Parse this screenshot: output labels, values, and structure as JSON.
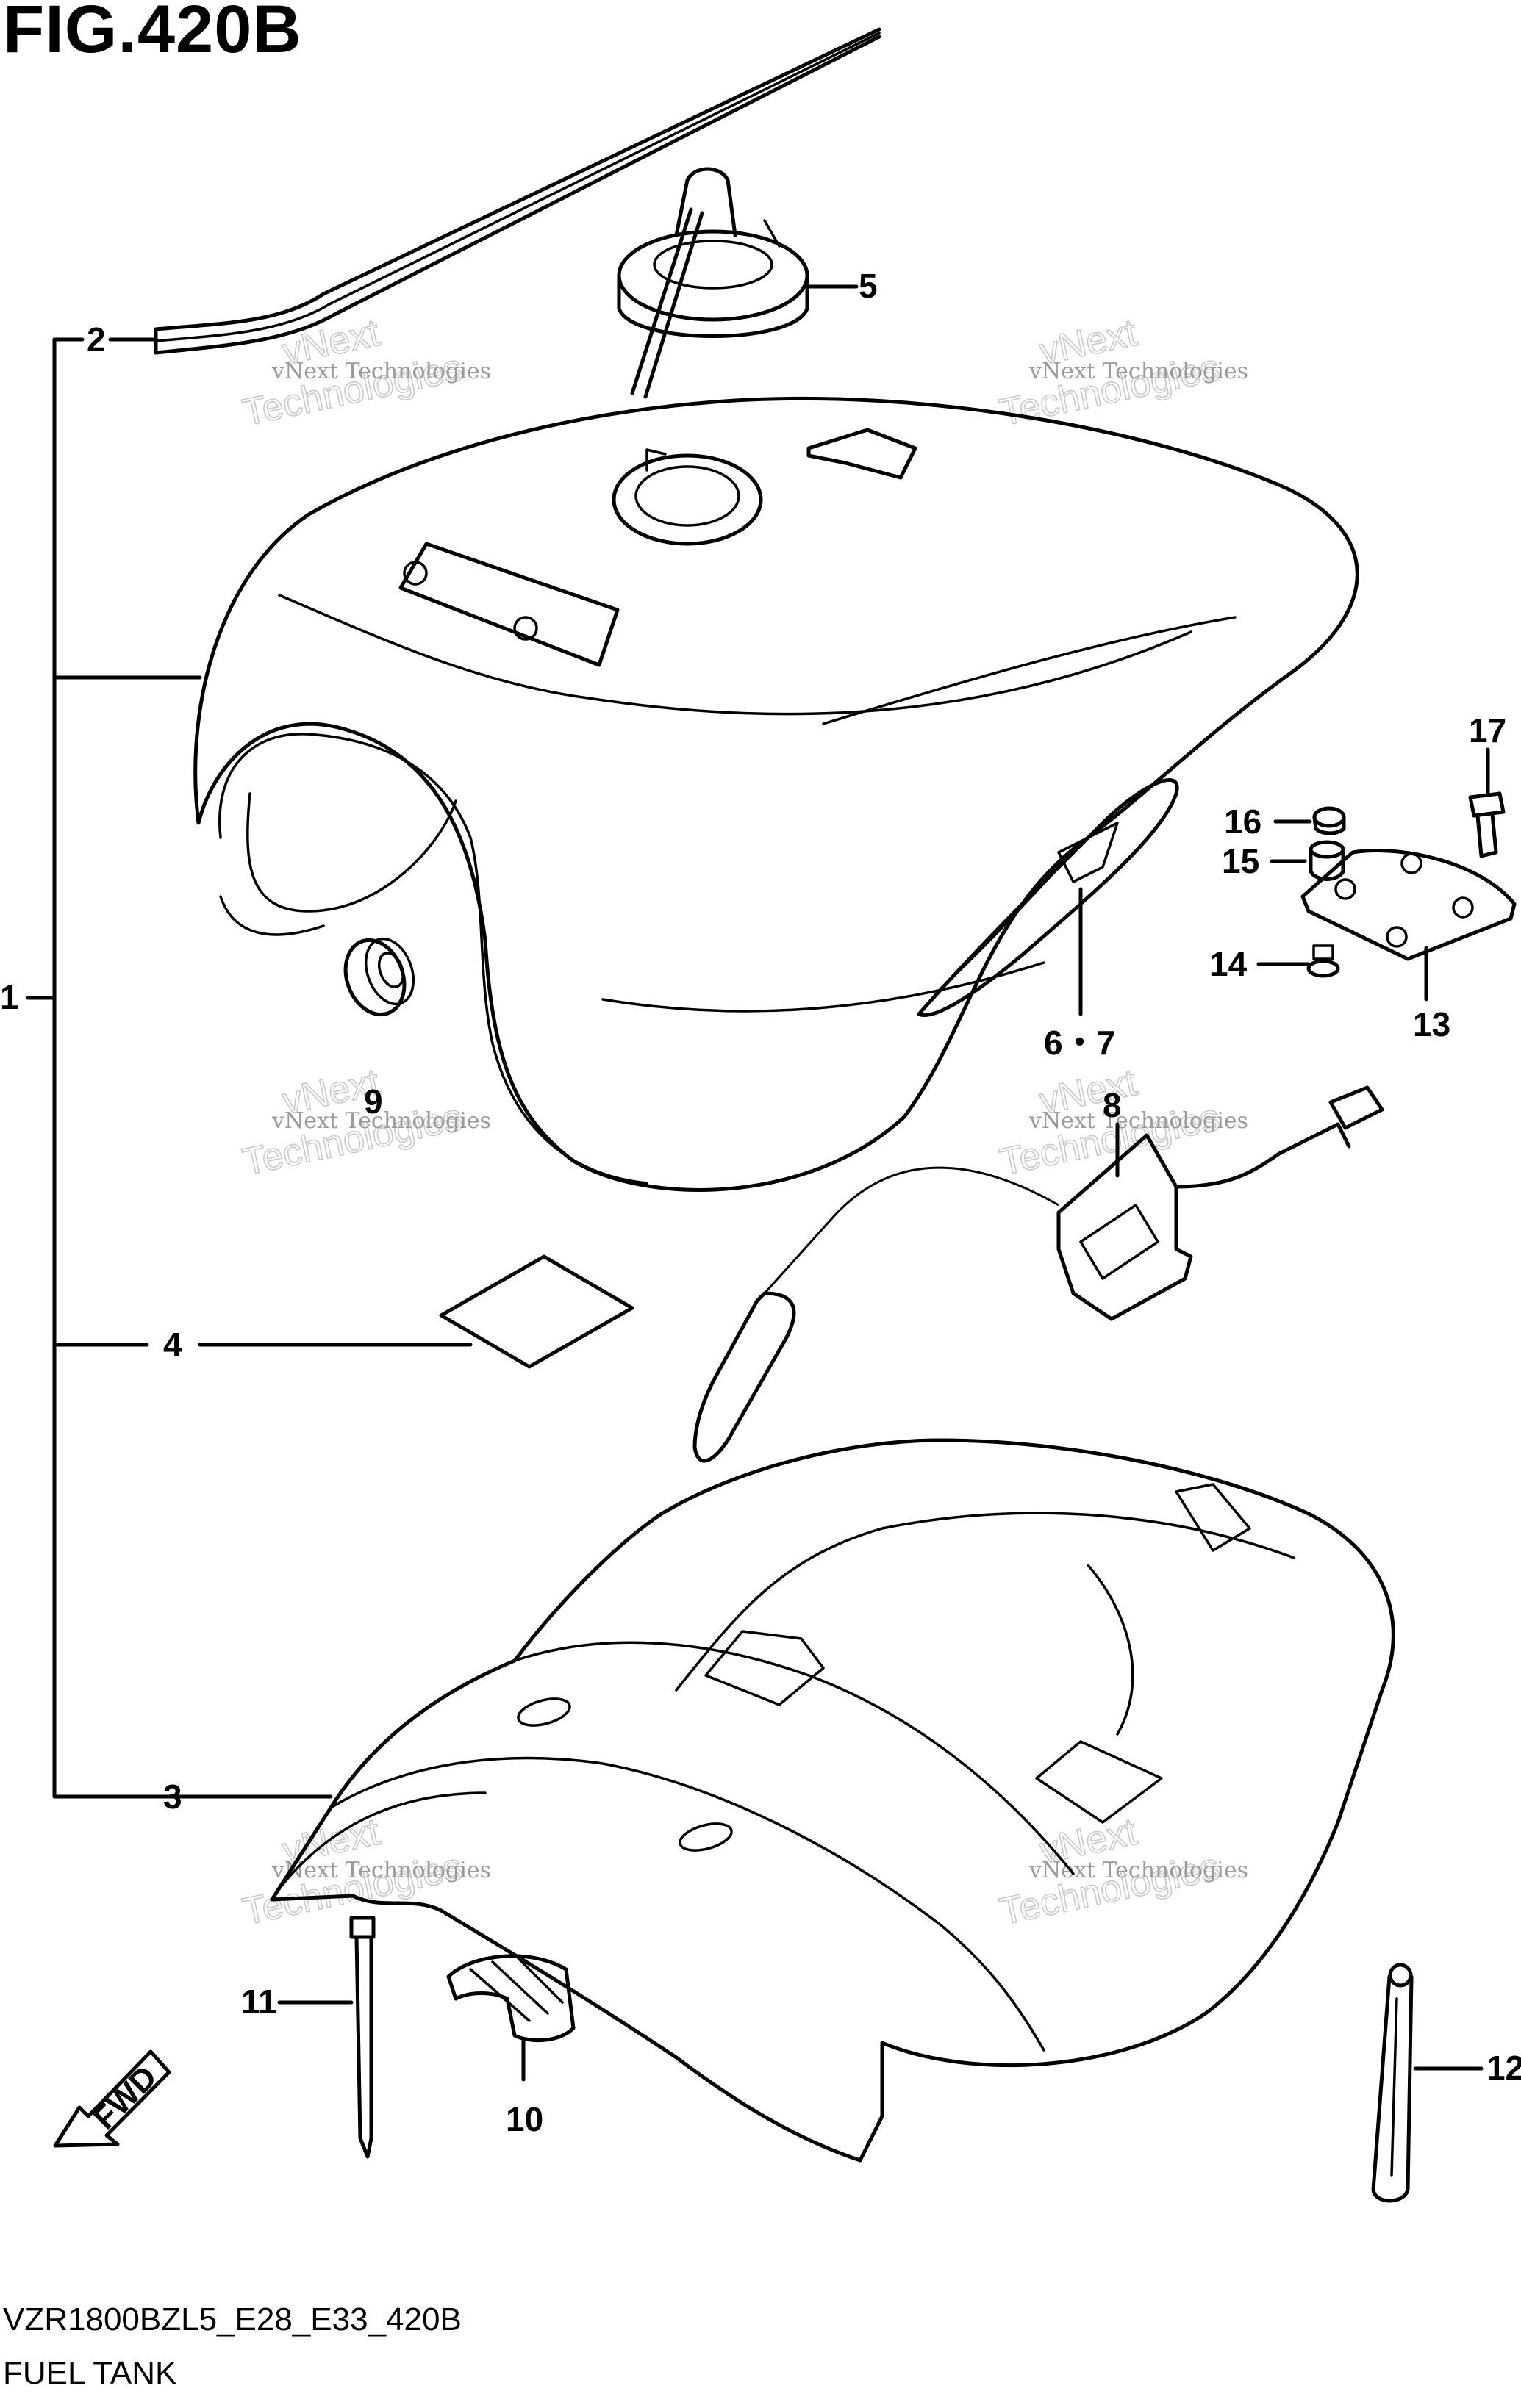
{
  "figure": {
    "title": "FIG.420B",
    "model_code": "VZR1800BZL5_E28_E33_420B",
    "caption": "FUEL TANK"
  },
  "labels": [
    "1",
    "2",
    "3",
    "4",
    "5",
    "6・7",
    "8",
    "9",
    "10",
    "11",
    "12",
    "13",
    "14",
    "15",
    "16",
    "17"
  ],
  "watermark": {
    "small": "vNext Technologies",
    "large_a": "vNext",
    "large_b": "Technologies"
  },
  "fwd_arrow": "FWD"
}
